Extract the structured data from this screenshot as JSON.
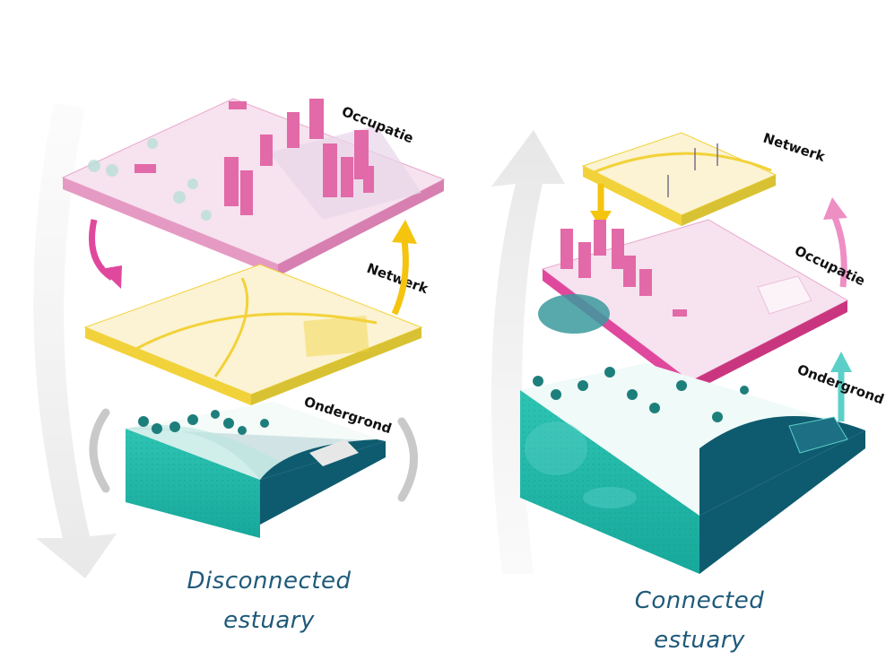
{
  "left_diagram": {
    "labels": {
      "top": "Occupatie",
      "middle": "Netwerk",
      "bottom": "Ondergrond"
    },
    "caption_line1": "Disconnected",
    "caption_line2": "estuary"
  },
  "right_diagram": {
    "labels": {
      "top": "Netwerk",
      "middle": "Occupatie",
      "bottom": "Ondergrond"
    },
    "caption_line1": "Connected",
    "caption_line2": "estuary"
  },
  "colors": {
    "occupatie": "#e59ac3",
    "netwerk": "#f2d23a",
    "ondergrond": "#1fb5a8",
    "ondergrond_dark": "#0e5b6f",
    "arrow_magenta": "#e0489d",
    "arrow_yellow": "#f4c40f",
    "arrow_teal": "#5cd0c8",
    "arrow_pink": "#ee8fc4",
    "caption": "#1f5a7a"
  }
}
